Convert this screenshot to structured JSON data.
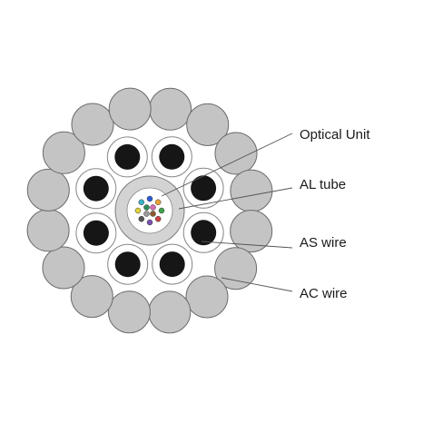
{
  "labels": {
    "optical_unit": "Optical Unit",
    "al_tube": "AL tube",
    "as_wire": "AS wire",
    "ac_wire": "AC wire"
  },
  "colors": {
    "ac_wire_fill": "#c4c4c4",
    "as_wire_core": "#161616",
    "tube_fill": "#d3d3d3",
    "fibers": [
      "#2b5cd6",
      "#e8a33a",
      "#3fa24a",
      "#c94040",
      "#7b4fb0",
      "#555555",
      "#e0d23a",
      "#3bb3c9",
      "#d46ab0",
      "#8a5a2b",
      "#9a9a9a",
      "#2e8b57"
    ]
  },
  "counts": {
    "ac_wires": 16,
    "as_wires": 8,
    "fibers": 12
  }
}
